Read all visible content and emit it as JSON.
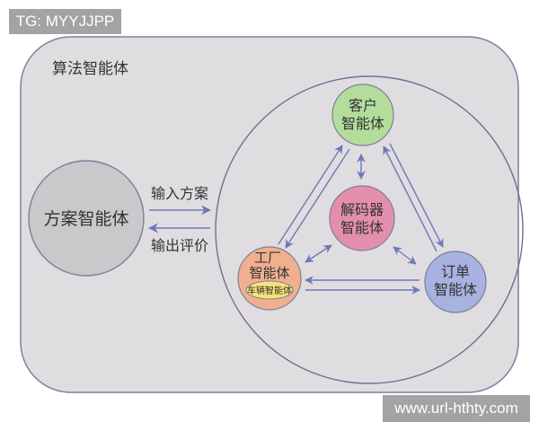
{
  "watermarks": {
    "top_left": "TG: MYYJJPP",
    "bottom_right": "www.url-hthty.com"
  },
  "container": {
    "title": "算法智能体",
    "fill": "#dfdde0",
    "stroke": "#7d7f98"
  },
  "scheme_agent": {
    "label": "方案智能体",
    "fill": "#c9c8ca"
  },
  "arrows": {
    "input_label": "输入方案",
    "output_label": "输出评价",
    "color": "#6e78b8"
  },
  "agents": {
    "customer": {
      "line1": "客户",
      "line2": "智能体",
      "fill": "#b4dd9c"
    },
    "decoder": {
      "line1": "解码器",
      "line2": "智能体",
      "fill": "#e38fac"
    },
    "factory": {
      "line1": "工厂",
      "line2": "智能体",
      "fill": "#f0b08e"
    },
    "vehicle": {
      "label": "车辆智能体",
      "fill": "#f5e27a"
    },
    "order": {
      "line1": "订单",
      "line2": "智能体",
      "fill": "#a8b2e0"
    }
  }
}
